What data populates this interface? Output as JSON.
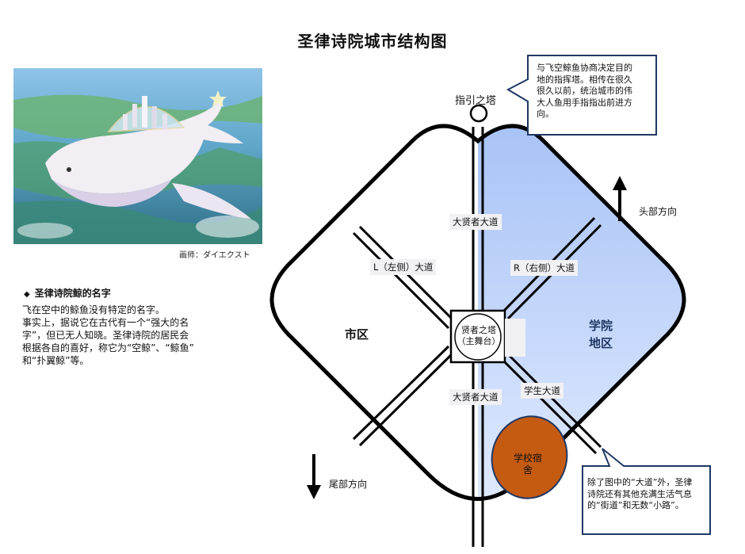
{
  "title": "圣律诗院城市结构图",
  "illustration_credit": "画师：ダイエクスト",
  "name_section": {
    "heading": "圣律诗院鲸的名字",
    "lines": [
      "飞在空中的鲸鱼没有特定的名字。",
      "事实上，据说它在古代有一个“强大的名",
      "字”，但已无人知晓。圣律诗院的居民会",
      "根据各自的喜好，称它为“空鲸”、“鲸鱼”",
      "和“扑翼鲸”等。"
    ]
  },
  "map": {
    "tower_label": "指引之塔",
    "head_direction": "头部方向",
    "tail_direction": "尾部方向",
    "roads": {
      "great_sage_north": "大贤者大道",
      "great_sage_south": "大贤者大道",
      "l_road": "L（左侧）大道",
      "r_road": "R（右侧）大道",
      "student_road": "学生大道"
    },
    "districts": {
      "city": "市区",
      "academy_line1": "学院",
      "academy_line2": "地区"
    },
    "center": {
      "line1": "贤者之塔",
      "line2": "（主舞台）"
    },
    "dorm": {
      "line1": "学校宿",
      "line2": "舍"
    }
  },
  "callouts": {
    "tower_note": {
      "lines": [
        "与飞空鲸鱼协商决定目的",
        "地的指挥塔。相传在很久",
        "很久以前，统治城市的伟",
        "大人鱼用手指指出前进方",
        "向。"
      ]
    },
    "roads_note": {
      "lines": [
        "除了图中的“大道”外，圣律",
        "诗院还有其他充满生活气息",
        "的“街道”和无数“小路”。"
      ]
    }
  },
  "colors": {
    "academy_fill_top": "#a5c1f6",
    "academy_fill_bottom": "#e6eeff",
    "dorm_fill": "#c55a11",
    "outline": "#000000",
    "callout_border": "#1f3864"
  },
  "icons": {
    "head_arrow": "arrow-up-icon",
    "tail_arrow": "arrow-down-icon"
  }
}
